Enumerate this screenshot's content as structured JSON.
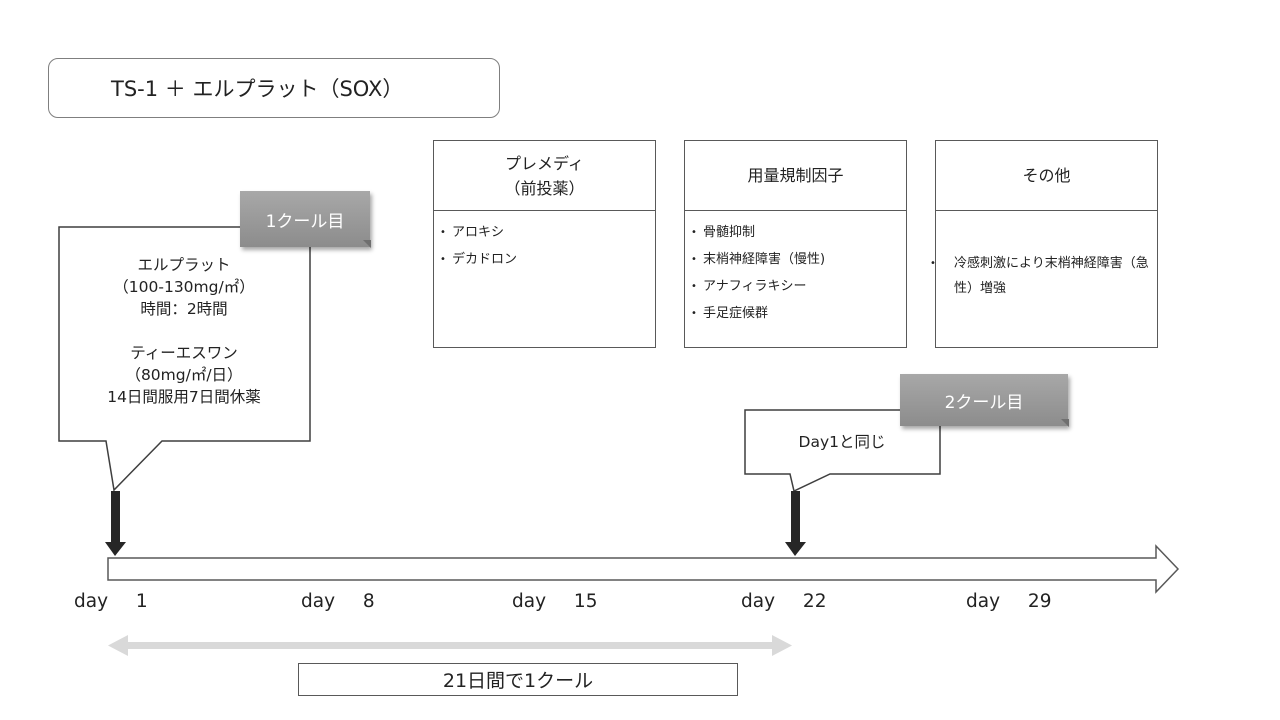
{
  "title": "TS-1 ＋ エルプラット（SOX）",
  "cards": {
    "premedication": {
      "title_line1": "プレメディ",
      "title_line2": "（前投薬）",
      "items": [
        "アロキシ",
        "デカドロン"
      ]
    },
    "dose_limiting": {
      "title": "用量規制因子",
      "items": [
        "骨髄抑制",
        "末梢神経障害（慢性)",
        "アナフィラキシー",
        "手足症候群"
      ]
    },
    "other": {
      "title": "その他",
      "items": [
        "冷感刺激により末梢神経障害（急性）増強"
      ]
    }
  },
  "cycle1": {
    "tag": "1クール目",
    "drug1_name": "エルプラット",
    "drug1_dose": "（100-130mg/㎡）",
    "drug1_time": "時間：2時間",
    "drug2_name": "ティーエスワン",
    "drug2_dose": "（80mg/㎡/日）",
    "drug2_schedule": "14日間服用7日間休薬"
  },
  "cycle2": {
    "tag": "2クール目",
    "note": "Day1と同じ"
  },
  "timeline": {
    "days": [
      {
        "prefix": "day",
        "num": "1"
      },
      {
        "prefix": "day",
        "num": "8"
      },
      {
        "prefix": "day",
        "num": "15"
      },
      {
        "prefix": "day",
        "num": "22"
      },
      {
        "prefix": "day",
        "num": "29"
      }
    ]
  },
  "cycle_length": "21日間で1クール",
  "colors": {
    "outline": "#595959",
    "tag_gray": "#9a9a9a",
    "double_arrow": "#d9d9d9",
    "marker_arrow": "#262626"
  }
}
